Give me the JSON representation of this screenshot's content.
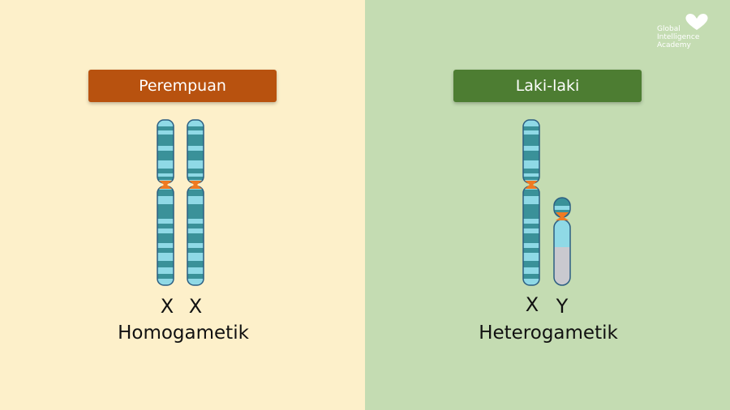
{
  "female": {
    "label": "Perempuan",
    "chromosomes": [
      "X",
      "X"
    ],
    "caption": "Homogametik"
  },
  "male": {
    "label": "Laki-laki",
    "chromosomes": [
      "X",
      "Y"
    ],
    "caption": "Heterogametik"
  },
  "logo": {
    "lines": [
      "Global",
      "Intelligence",
      "Academy"
    ],
    "icon": "heart-icon"
  },
  "colors": {
    "female_bg": "#fdf0ca",
    "male_bg": "#c4dcb2",
    "female_tag": "#b8520f",
    "male_tag": "#4d7d32",
    "chromosome_light": "#8fd9e6",
    "chromosome_dark": "#3a9199",
    "centromere": "#ef7a22",
    "y_chromosome_grey": "#c9c9cf"
  }
}
